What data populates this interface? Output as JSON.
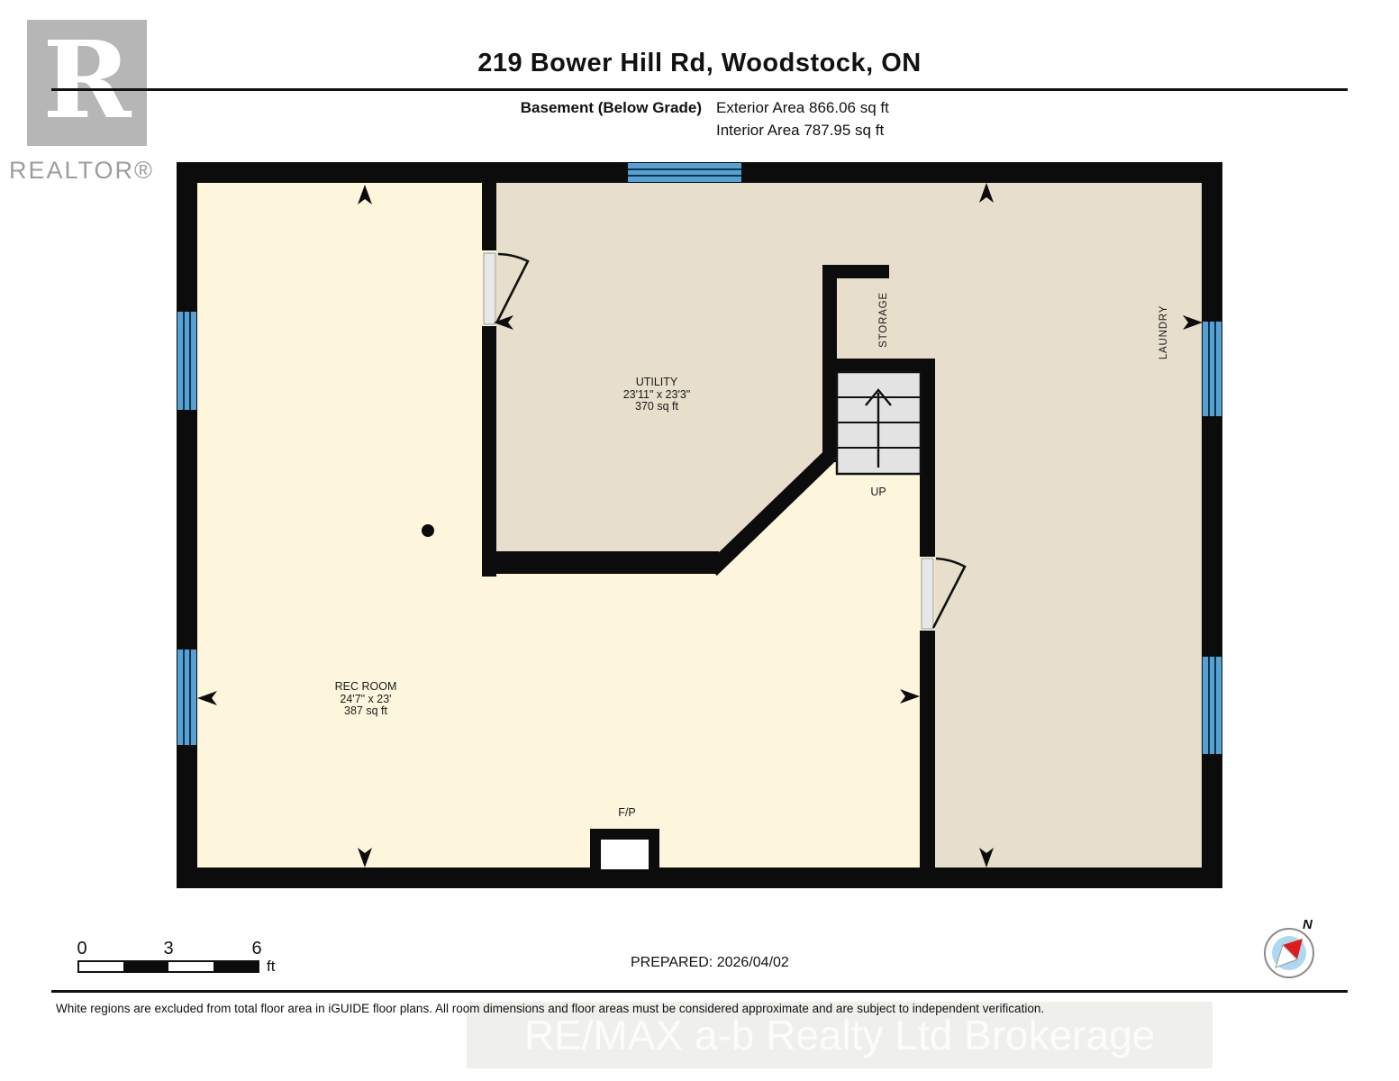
{
  "branding": {
    "logo_letter": "R",
    "logo_word": "REALTOR®",
    "watermark": "RE/MAX a-b Realty Ltd Brokerage"
  },
  "header": {
    "title": "219 Bower Hill Rd, Woodstock, ON",
    "floor_label": "Basement (Below Grade)",
    "exterior_area": "Exterior Area 866.06 sq ft",
    "interior_area": "Interior Area 787.95 sq ft"
  },
  "rooms": {
    "utility": {
      "name": "UTILITY",
      "dims": "23'11\" x 23'3\"",
      "area": "370 sq ft"
    },
    "rec_room": {
      "name": "REC ROOM",
      "dims": "24'7\" x 23'",
      "area": "387 sq ft"
    },
    "storage": {
      "name": "STORAGE"
    },
    "laundry": {
      "name": "LAUNDRY"
    },
    "stairs": {
      "label": "UP"
    },
    "fireplace": {
      "label": "F/P"
    }
  },
  "scale_bar": {
    "tick0": "0",
    "tick1": "3",
    "tick2": "6",
    "unit": "ft"
  },
  "footer": {
    "prepared": "PREPARED: 2026/04/02",
    "disclaimer": "White regions are excluded from total floor area in iGUIDE floor plans. All room dimensions and floor areas must be considered approximate and are subject to independent verification."
  },
  "compass": {
    "label": "N"
  },
  "colors": {
    "wall": "#0c0c0c",
    "rec_room_fill": "#fdf6dd",
    "utility_fill": "#e7decb",
    "window_blue": "#55a1d3",
    "stairs_fill": "#e3e3e3",
    "logo_gray": "#b6b6b6"
  }
}
